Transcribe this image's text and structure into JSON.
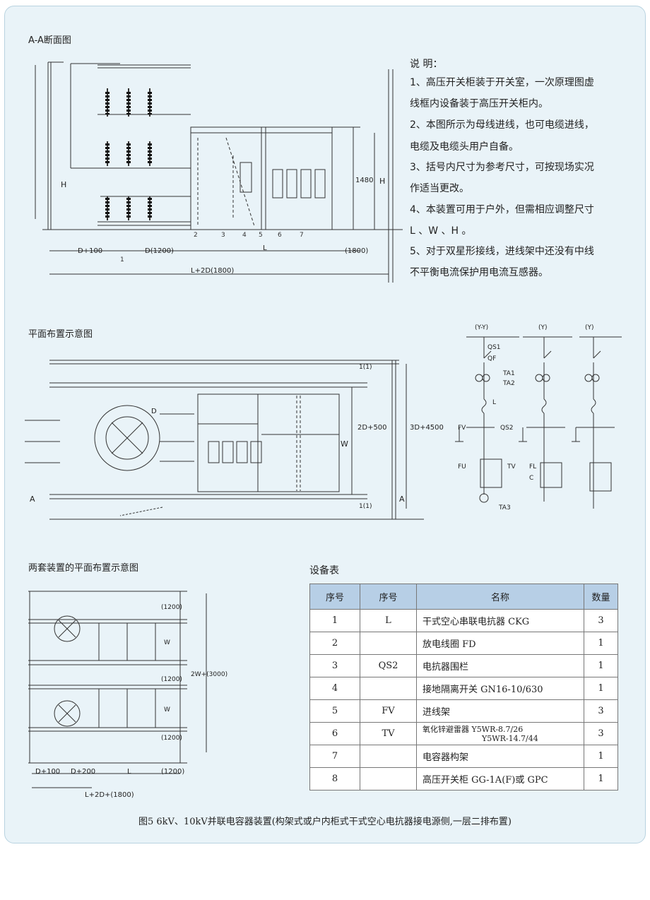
{
  "section_titles": {
    "aa": "A-A断面图",
    "plan": "平面布置示意图",
    "two_sets": "两套装置的平面布置示意图",
    "equip_table": "设备表"
  },
  "notes": [
    "说 明：",
    "1、高压开关柜装于开关室，一次原理图虚",
    "线框内设备装于高压开关柜内。",
    "2、本图所示为母线进线，也可电缆进线，",
    "电缆及电缆头用户自备。",
    "3、括号内尺寸为参考尺寸，可按现场实况",
    "作适当更改。",
    "4、本装置可用于户外，但需相应调整尺寸",
    "L 、W 、H 。",
    "5、对于双星形接线，进线架中还没有中线",
    "不平衡电流保护用电流互感器。"
  ],
  "aa_dims": {
    "d1": "D+100",
    "d2": "D(1200)",
    "d3": "(1800)",
    "total": "L+2D(1800)",
    "L": "L",
    "H": "H",
    "h1": "H",
    "h2": "1480"
  },
  "plan_dims": {
    "D": "D",
    "W": "W",
    "w2": "2D+500",
    "total": "3D+4500",
    "A": "A",
    "top": "1(1)",
    "bottom": "1(1)"
  },
  "two_dims": {
    "d1": "D+100",
    "d2": "D+200",
    "L": "L",
    "d3": "(1200)",
    "total": "L+2D+(1800)",
    "v1": "(1200)",
    "w1": "W",
    "v2": "(1200)",
    "w2": "W",
    "v3": "(1200)",
    "vt": "2W+(3000)"
  },
  "schem_labels": {
    "h1": "(Y-Y)",
    "h2": "(Y)",
    "h3": "(Y)",
    "qs1": "QS1",
    "qf": "QF",
    "ta": "TA1",
    "ta2": "TA2",
    "l": "L",
    "fv": "FV",
    "qs2": "QS2",
    "tv": "TV",
    "fu": "FU",
    "c": "C",
    "ta3": "TA3",
    "fl": "FL"
  },
  "equipment_table": {
    "headers": [
      "序号",
      "序号",
      "名称",
      "数量"
    ],
    "rows": [
      {
        "no": "1",
        "code": "L",
        "name": "干式空心串联电抗器 CKG",
        "qty": "3"
      },
      {
        "no": "2",
        "code": "",
        "name": "放电线圈 FD",
        "qty": "1"
      },
      {
        "no": "3",
        "code": "QS2",
        "name": "电抗器围栏",
        "qty": "1"
      },
      {
        "no": "4",
        "code": "",
        "name": "接地隔离开关 GN16-10/630",
        "qty": "1"
      },
      {
        "no": "5",
        "code": "FV",
        "name": "进线架",
        "qty": "3"
      },
      {
        "no": "6",
        "code": "TV",
        "name": "氧化锌避雷器 Y5WR-8.7/26",
        "name2": "Y5WR-14.7/44",
        "qty": "3"
      },
      {
        "no": "7",
        "code": "",
        "name": "电容器构架",
        "qty": "1"
      },
      {
        "no": "8",
        "code": "",
        "name": "高压开关柜 GG-1A(F)或 GPC",
        "qty": "1"
      }
    ]
  },
  "caption": "图5 6kV、10kV并联电容器装置(构架式或户内柜式干式空心电抗器接电源侧,一层二排布置)"
}
